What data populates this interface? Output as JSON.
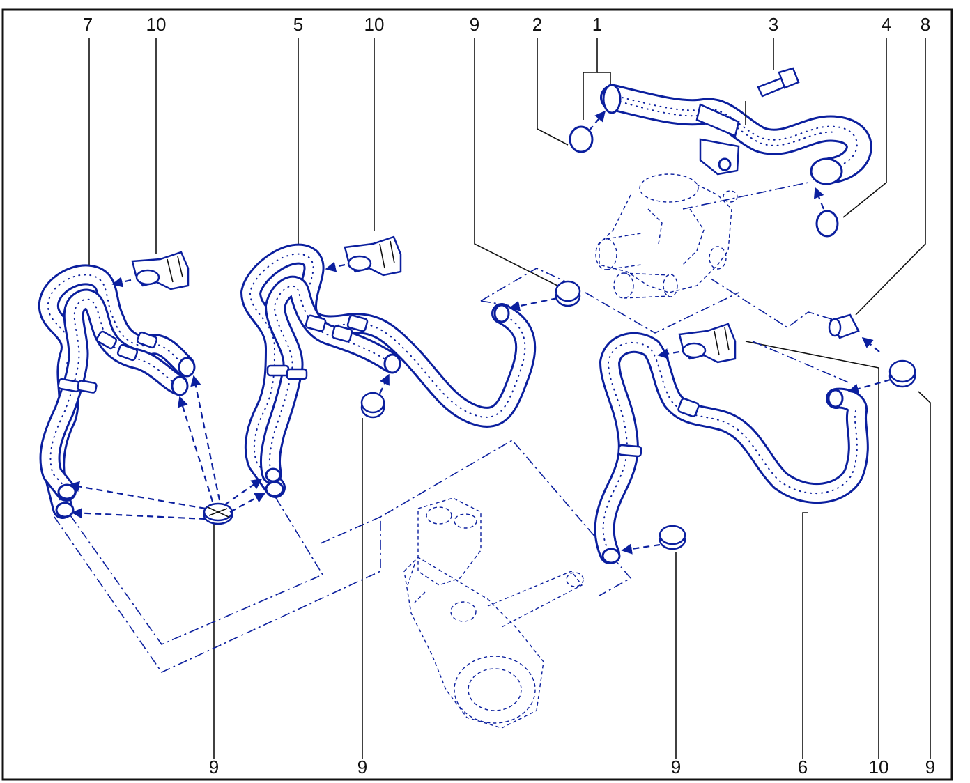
{
  "diagram": {
    "callouts_top": [
      "7",
      "10",
      "5",
      "10",
      "9",
      "2",
      "1",
      "3",
      "4",
      "8"
    ],
    "callouts_bottom": [
      "9",
      "9",
      "9",
      "6",
      "10",
      "9"
    ]
  }
}
